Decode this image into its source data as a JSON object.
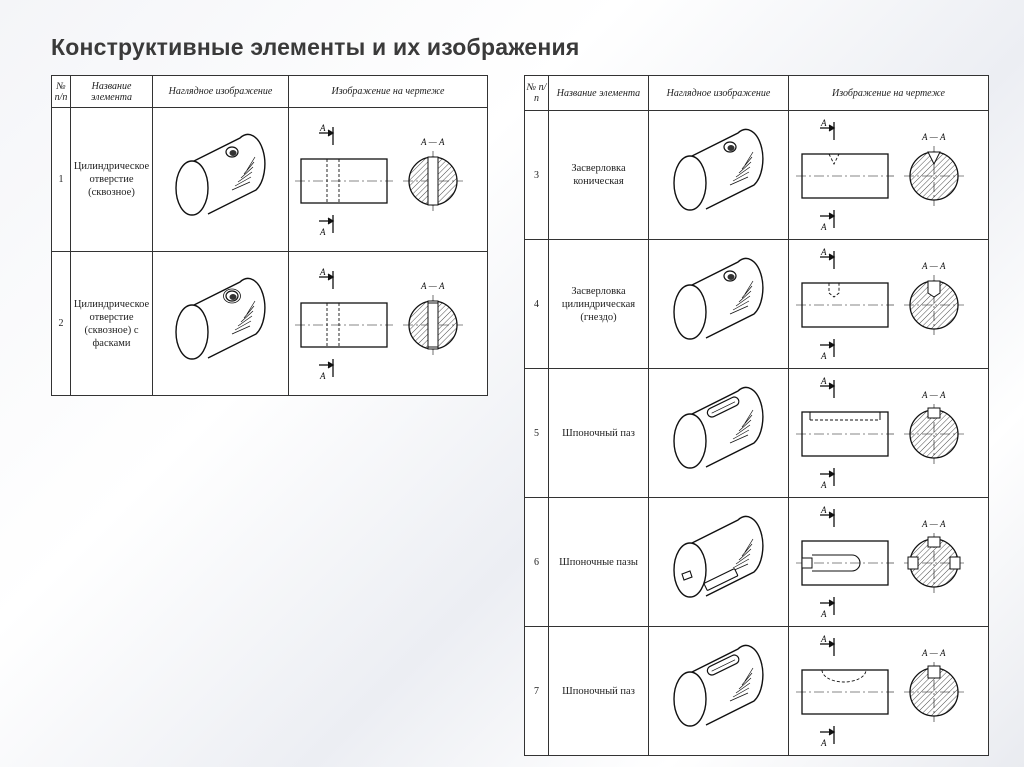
{
  "title": "Конструктивные элементы и их изображения",
  "headers": {
    "num": "№ п/п",
    "name": "Название элемента",
    "visual": "Наглядное изображение",
    "drawing": "Изображение на чертеже"
  },
  "section_labels": {
    "cut": "А",
    "section": "А — А"
  },
  "left_rows": [
    {
      "num": "1",
      "name": "Цилиндрическое отверстие (сквозное)",
      "type": "hole"
    },
    {
      "num": "2",
      "name": "Цилиндрическое отверстие (сквозное) с фасками",
      "type": "hole-chamfer"
    }
  ],
  "right_rows": [
    {
      "num": "3",
      "name": "Засверловка коническая",
      "type": "cone"
    },
    {
      "num": "4",
      "name": "Засверловка цилиндрическая (гнездо)",
      "type": "socket"
    },
    {
      "num": "5",
      "name": "Шпоночный паз",
      "type": "keyway"
    },
    {
      "num": "6",
      "name": "Шпоночные пазы",
      "type": "keyways"
    },
    {
      "num": "7",
      "name": "Шпоночный паз",
      "type": "keyway-disc"
    }
  ]
}
